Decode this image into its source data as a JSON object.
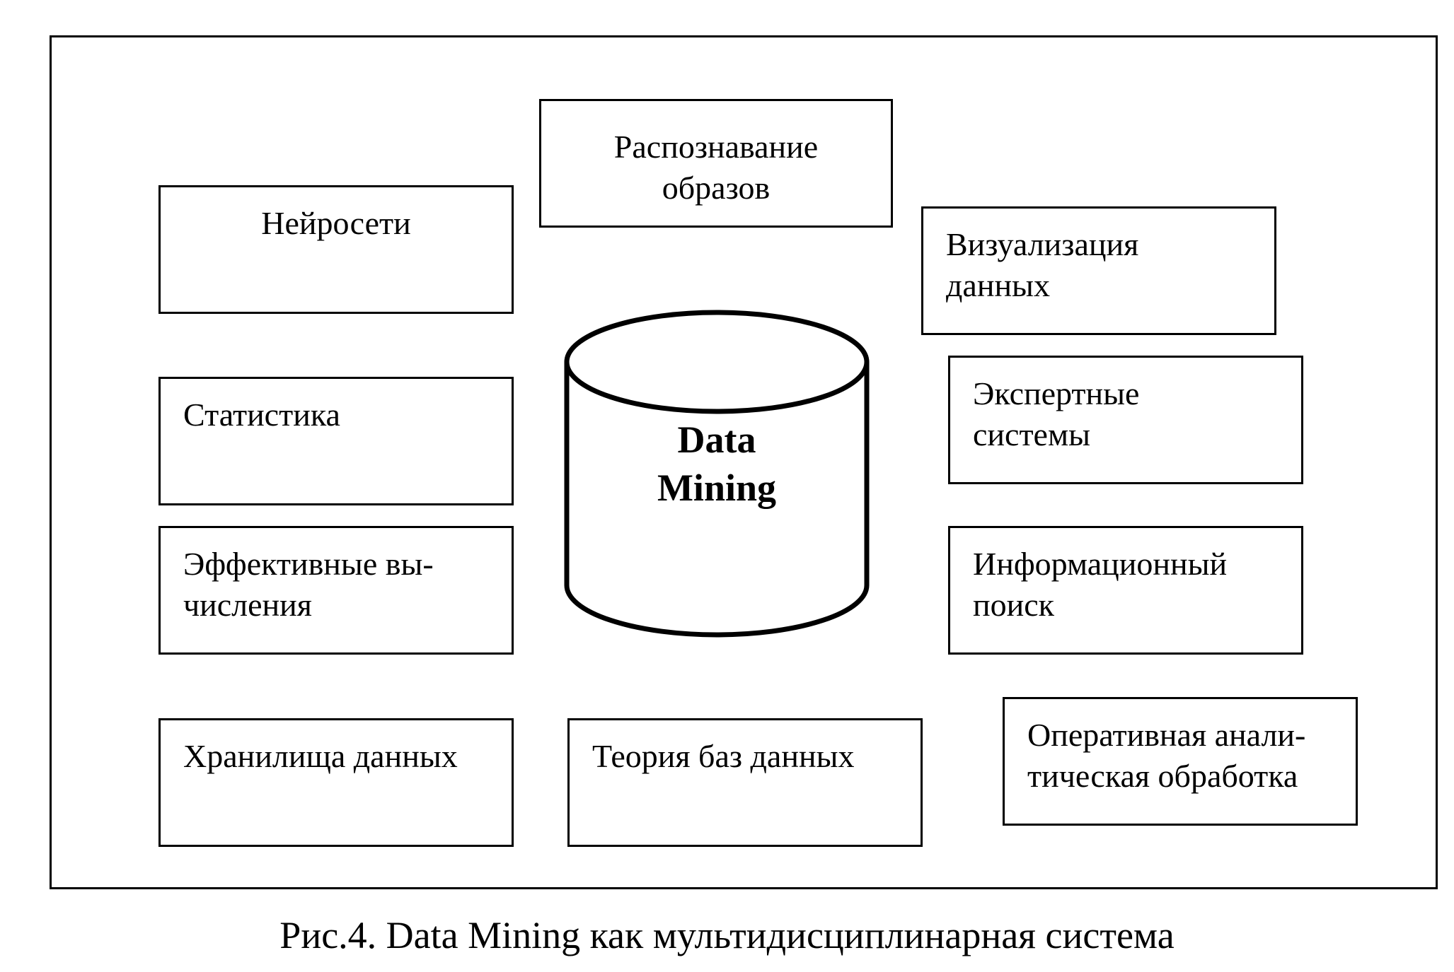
{
  "diagram": {
    "center_label": "Data\nMining",
    "boxes": {
      "pattern_recognition": "Распознавание\nобразов",
      "neural_networks": "Нейросети",
      "data_visualization": "Визуализация\nданных",
      "statistics": "Статистика",
      "expert_systems": "Экспертные\nсистемы",
      "efficient_computing": "Эффективные вы-\nчисления",
      "information_retrieval": "Информационный\nпоиск",
      "data_warehouses": "Хранилища данных",
      "database_theory": "Теория баз данных",
      "olap": "Оперативная анали-\nтическая обработка"
    }
  },
  "caption": "Рис.4. Data Mining как мультидисциплинарная система"
}
